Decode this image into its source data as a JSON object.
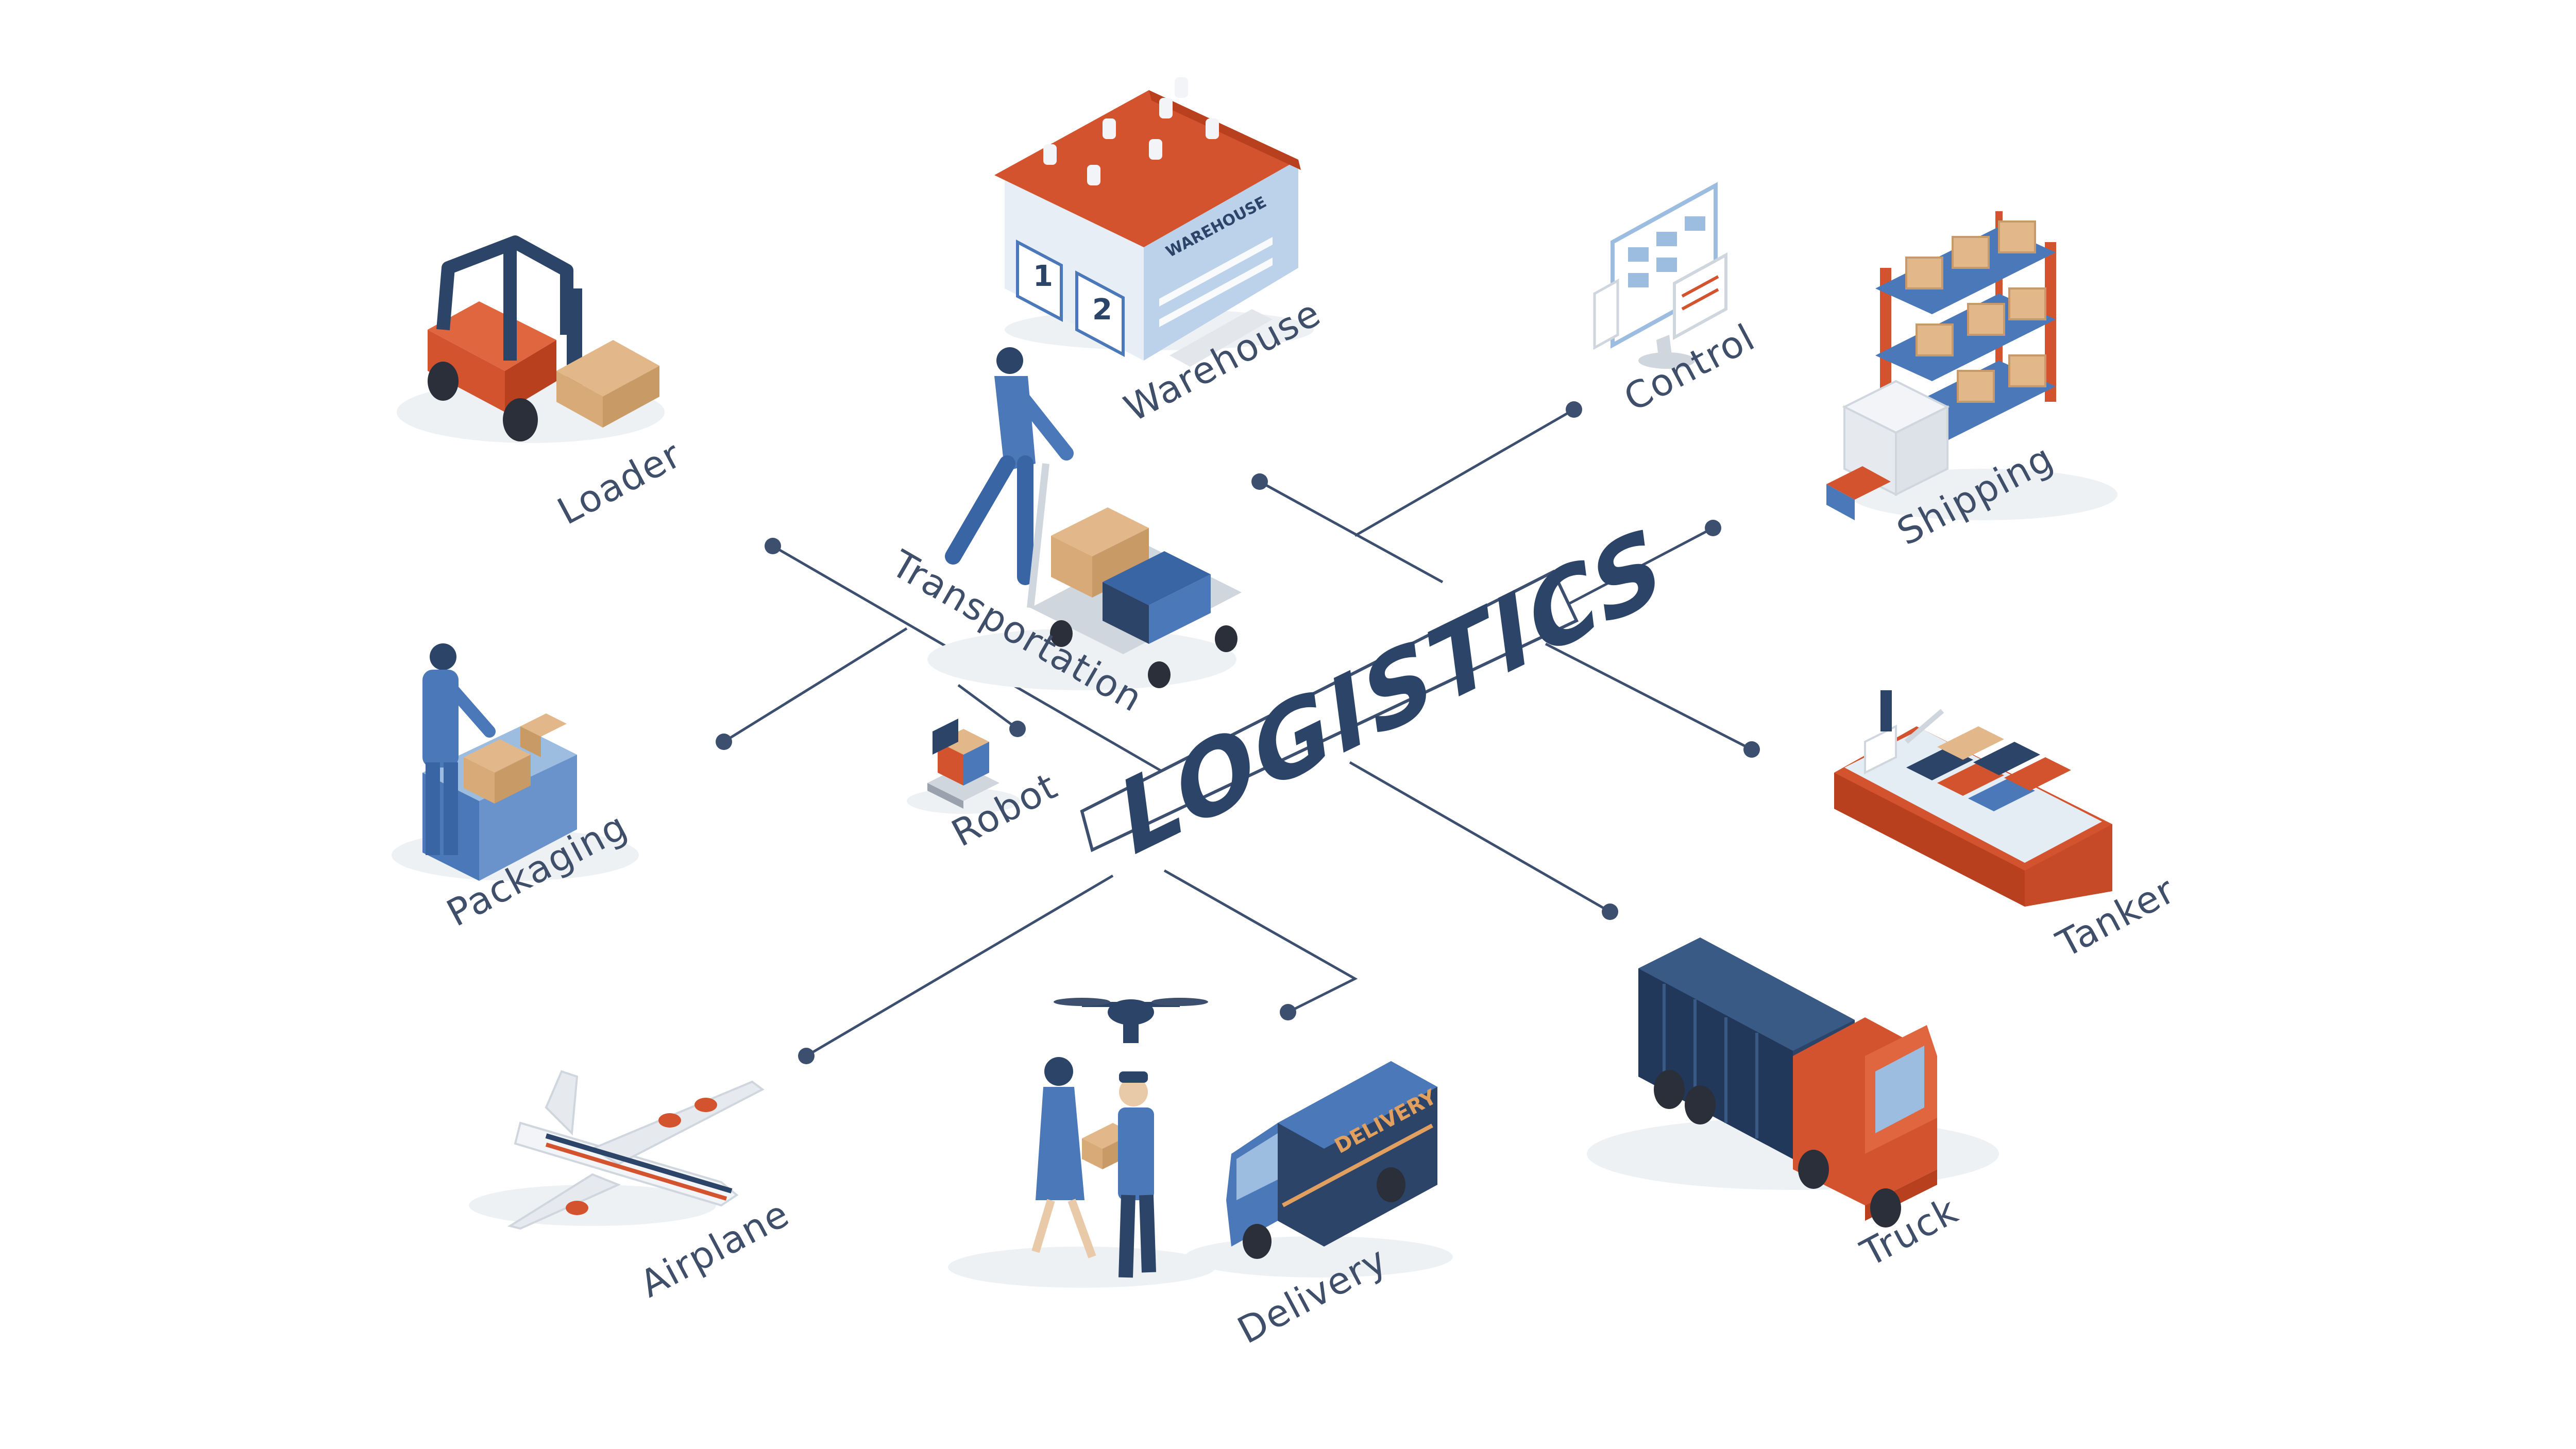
{
  "title": "LOGISTICS",
  "labels": {
    "warehouse": "Warehouse",
    "warehouse_sign": "WAREHOUSE",
    "door_1": "1",
    "door_2": "2",
    "control": "Control",
    "loader": "Loader",
    "shipping": "Shipping",
    "transportation": "Transportation",
    "packaging": "Packaging",
    "robot": "Robot",
    "tanker": "Tanker",
    "airplane": "Airplane",
    "delivery": "Delivery",
    "delivery_van_text": "DELIVERY",
    "truck": "Truck"
  },
  "colors": {
    "navy": "#2c4468",
    "blue": "#4a78b8",
    "light_blue": "#9cbde0",
    "orange_red": "#d4532f",
    "cardboard": "#e2b88a",
    "grey": "#cfd6de",
    "line": "#3d4f6e"
  }
}
